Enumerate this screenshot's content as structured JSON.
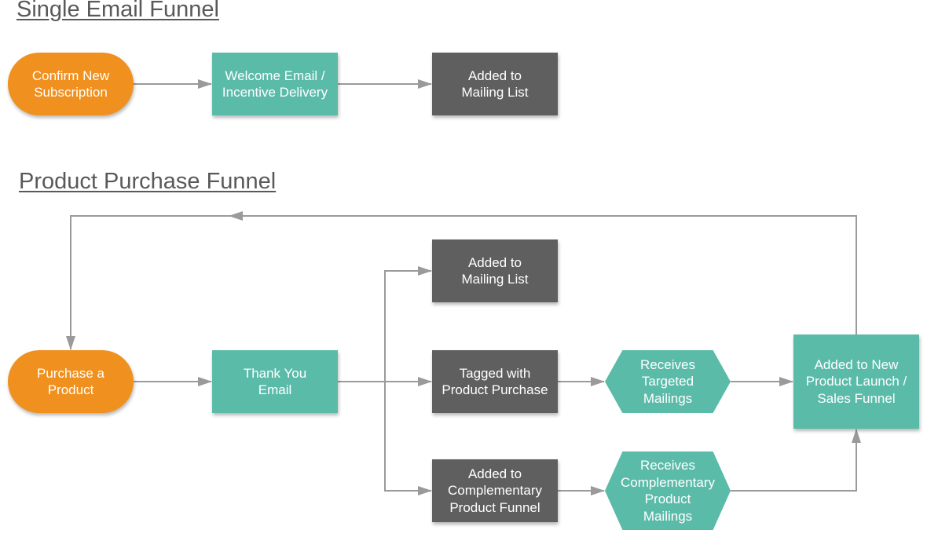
{
  "sections": {
    "single": {
      "title": "Single Email Funnel"
    },
    "product": {
      "title": "Product Purchase Funnel"
    }
  },
  "colors": {
    "orange": "#f0901e",
    "teal": "#5bbba9",
    "gray": "#5f5f5f",
    "connector": "#9a9a9a"
  },
  "nodes": {
    "confirm_subscription": "Confirm New\nSubscription",
    "welcome_email": "Welcome Email /\nIncentive Delivery",
    "added_mailing_list_1": "Added to\nMailing List",
    "purchase_product": "Purchase a\nProduct",
    "thank_you_email": "Thank You\nEmail",
    "added_mailing_list_2": "Added to\nMailing List",
    "tagged_purchase": "Tagged with\nProduct Purchase",
    "receives_targeted": "Receives\nTargeted\nMailings",
    "added_new_launch": "Added to New\nProduct Launch /\nSales Funnel",
    "added_complementary": "Added to\nComplementary\nProduct Funnel",
    "receives_complementary": "Receives\nComplementary\nProduct\nMailings"
  }
}
